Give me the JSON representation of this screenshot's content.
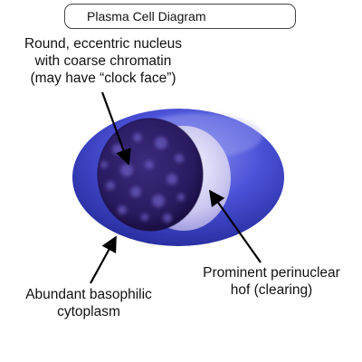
{
  "title": "Plasma Cell Diagram",
  "labels": {
    "nucleus": [
      "Round, eccentric nucleus",
      "with coarse chromatin",
      "(may have “clock face”)"
    ],
    "hof": [
      "Prominent perinuclear",
      "hof (clearing)"
    ],
    "cytoplasm": [
      "Abundant basophilic",
      "cytoplasm"
    ]
  },
  "colors": {
    "cytoplasm": "#3a40c9",
    "hof": "#c8c6ef",
    "nucleus": "#2a1a5e",
    "chromatin": "#6a58b8",
    "arrow": "#000000"
  }
}
